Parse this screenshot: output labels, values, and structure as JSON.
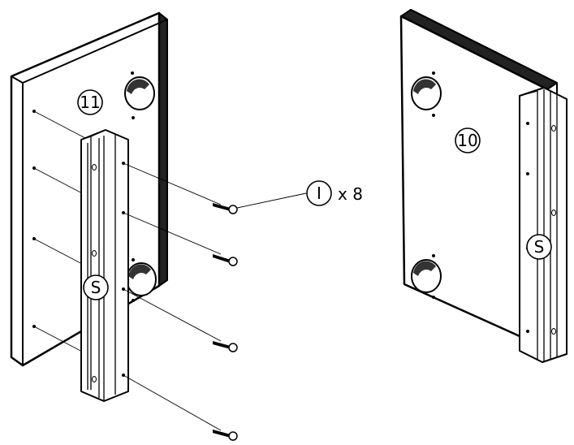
{
  "diagram": {
    "left_panel": {
      "label": "11"
    },
    "right_panel": {
      "label": "10"
    },
    "rail_left": {
      "label": "S"
    },
    "rail_right": {
      "label": "S"
    },
    "screw_callout": {
      "part": "I",
      "quantity": "x 8"
    }
  }
}
